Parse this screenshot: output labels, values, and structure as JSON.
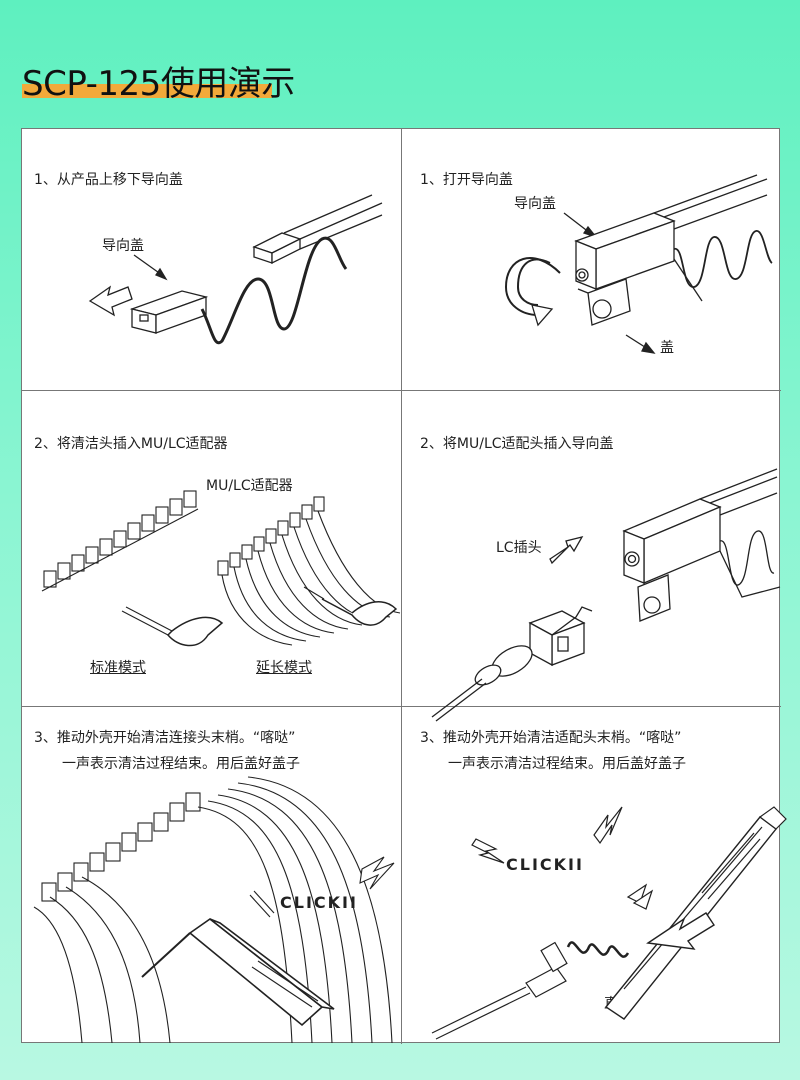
{
  "header": {
    "title": "SCP-125使用演示"
  },
  "panels": [
    {
      "caption": "1、从产品上移下导向盖",
      "labels": [
        "导向盖"
      ]
    },
    {
      "caption": "1、打开导向盖",
      "labels": [
        "导向盖",
        "盖"
      ]
    },
    {
      "caption": "2、将清洁头插入MU/LC适配器",
      "labels": [
        "MU/LC适配器",
        "标准模式",
        "延长模式"
      ]
    },
    {
      "caption": "2、将MU/LC适配头插入导向盖",
      "labels": [
        "LC插头"
      ]
    },
    {
      "caption_line1": "3、推动外壳开始清洁连接头末梢。“喀哒”",
      "caption_line2": "一声表示清洁过程结束。用后盖好盖子",
      "labels": [
        "CLICKII"
      ]
    },
    {
      "caption_line1": "3、推动外壳开始清洁适配头末梢。“喀哒”",
      "caption_line2": "一声表示清洁过程结束。用后盖好盖子",
      "labels": [
        "CLICKII",
        "直推"
      ]
    }
  ]
}
